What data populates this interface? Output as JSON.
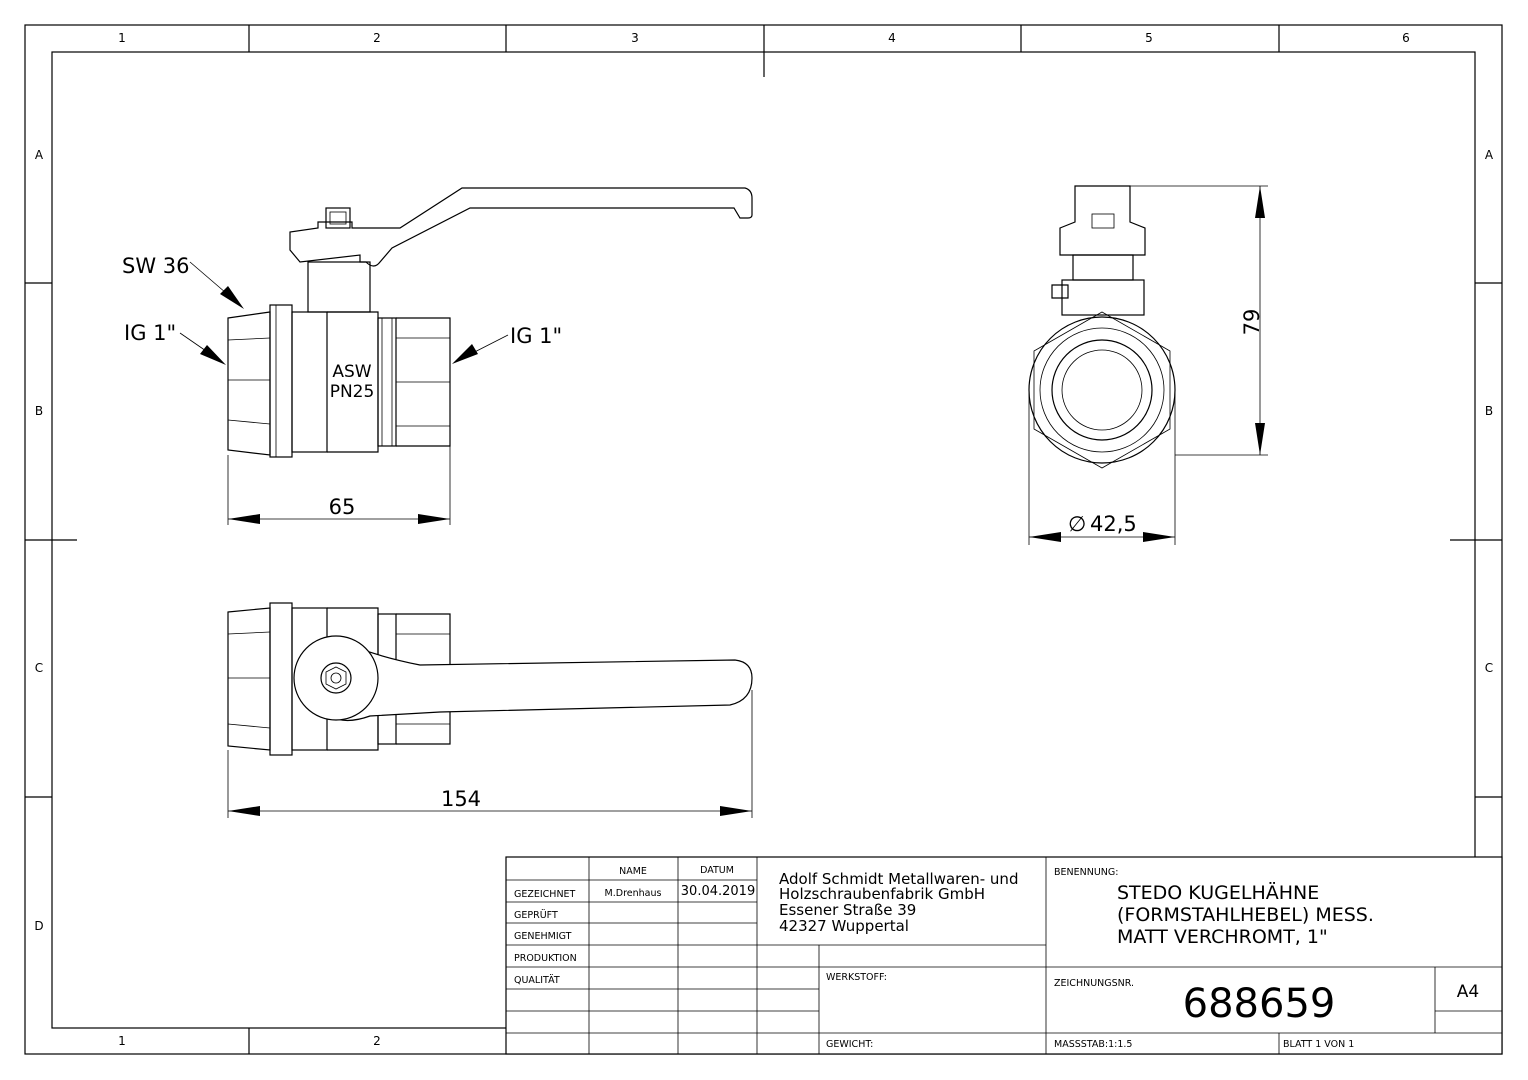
{
  "zones": {
    "columns": [
      "1",
      "2",
      "3",
      "4",
      "5",
      "6"
    ],
    "rows": [
      "A",
      "B",
      "C",
      "D"
    ]
  },
  "annotations": {
    "sw": "SW 36",
    "ig_left": "IG 1\"",
    "ig_right": "IG 1\"",
    "body_mark_1": "ASW",
    "body_mark_2": "PN25",
    "dim_length": "65",
    "dim_height": "79",
    "dim_diameter": "42,5",
    "diameter_symbol": "∅",
    "dim_total": "154"
  },
  "title_block": {
    "name_header": "NAME",
    "date_header": "DATUM",
    "rows": [
      "GEZEICHNET",
      "GEPRÜFT",
      "GENEHMIGT",
      "PRODUKTION",
      "QUALITÄT"
    ],
    "drawn_by": "M.Drenhaus",
    "drawn_date": "30.04.2019",
    "company": [
      "Adolf Schmidt Metallwaren- und",
      "Holzschraubenfabrik GmbH",
      "Essener Straße 39",
      "42327 Wuppertal"
    ],
    "werkstoff_label": "WERKSTOFF:",
    "gewicht_label": "GEWICHT:",
    "benennung_label": "BENENNUNG:",
    "benennung": [
      "STEDO KUGELHÄHNE",
      "(FORMSTAHLHEBEL) MESS.",
      "MATT VERCHROMT,  1\""
    ],
    "zeichnungsnr_label": "ZEICHNUNGSNR.",
    "zeichnungsnr": "688659",
    "format": "A4",
    "massstab": "MASSSTAB:1:1.5",
    "blatt": "BLATT 1 VON 1"
  }
}
